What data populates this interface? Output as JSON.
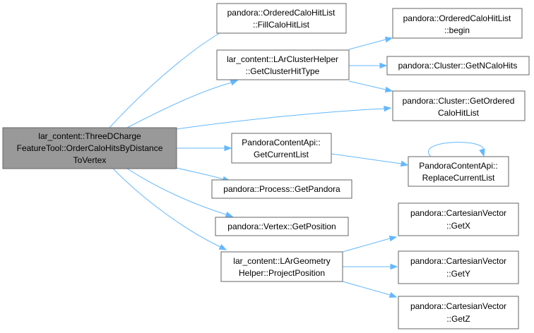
{
  "root": {
    "lines": [
      "lar_content::ThreeDCharge",
      "FeatureTool::OrderCaloHitsByDistance",
      "ToVertex"
    ]
  },
  "nodes": {
    "fill_calo_hit_list": {
      "lines": [
        "pandora::OrderedCaloHitList",
        "::FillCaloHitList"
      ]
    },
    "get_cluster_hit_type": {
      "lines": [
        "lar_content::LArClusterHelper",
        "::GetClusterHitType"
      ]
    },
    "ordered_begin": {
      "lines": [
        "pandora::OrderedCaloHitList",
        "::begin"
      ]
    },
    "get_n_calo_hits": {
      "lines": [
        "pandora::Cluster::GetNCaloHits"
      ]
    },
    "get_ordered_calo_hit_list": {
      "lines": [
        "pandora::Cluster::GetOrdered",
        "CaloHitList"
      ]
    },
    "get_current_list": {
      "lines": [
        "PandoraContentApi::",
        "GetCurrentList"
      ]
    },
    "replace_current_list": {
      "lines": [
        "PandoraContentApi::",
        "ReplaceCurrentList"
      ]
    },
    "get_pandora": {
      "lines": [
        "pandora::Process::GetPandora"
      ]
    },
    "get_position": {
      "lines": [
        "pandora::Vertex::GetPosition"
      ]
    },
    "project_position": {
      "lines": [
        "lar_content::LArGeometry",
        "Helper::ProjectPosition"
      ]
    },
    "get_x": {
      "lines": [
        "pandora::CartesianVector",
        "::GetX"
      ]
    },
    "get_y": {
      "lines": [
        "pandora::CartesianVector",
        "::GetY"
      ]
    },
    "get_z": {
      "lines": [
        "pandora::CartesianVector",
        "::GetZ"
      ]
    }
  },
  "colors": {
    "edge": "#63b8ff",
    "root_fill": "#999999",
    "node_border": "#666666"
  }
}
